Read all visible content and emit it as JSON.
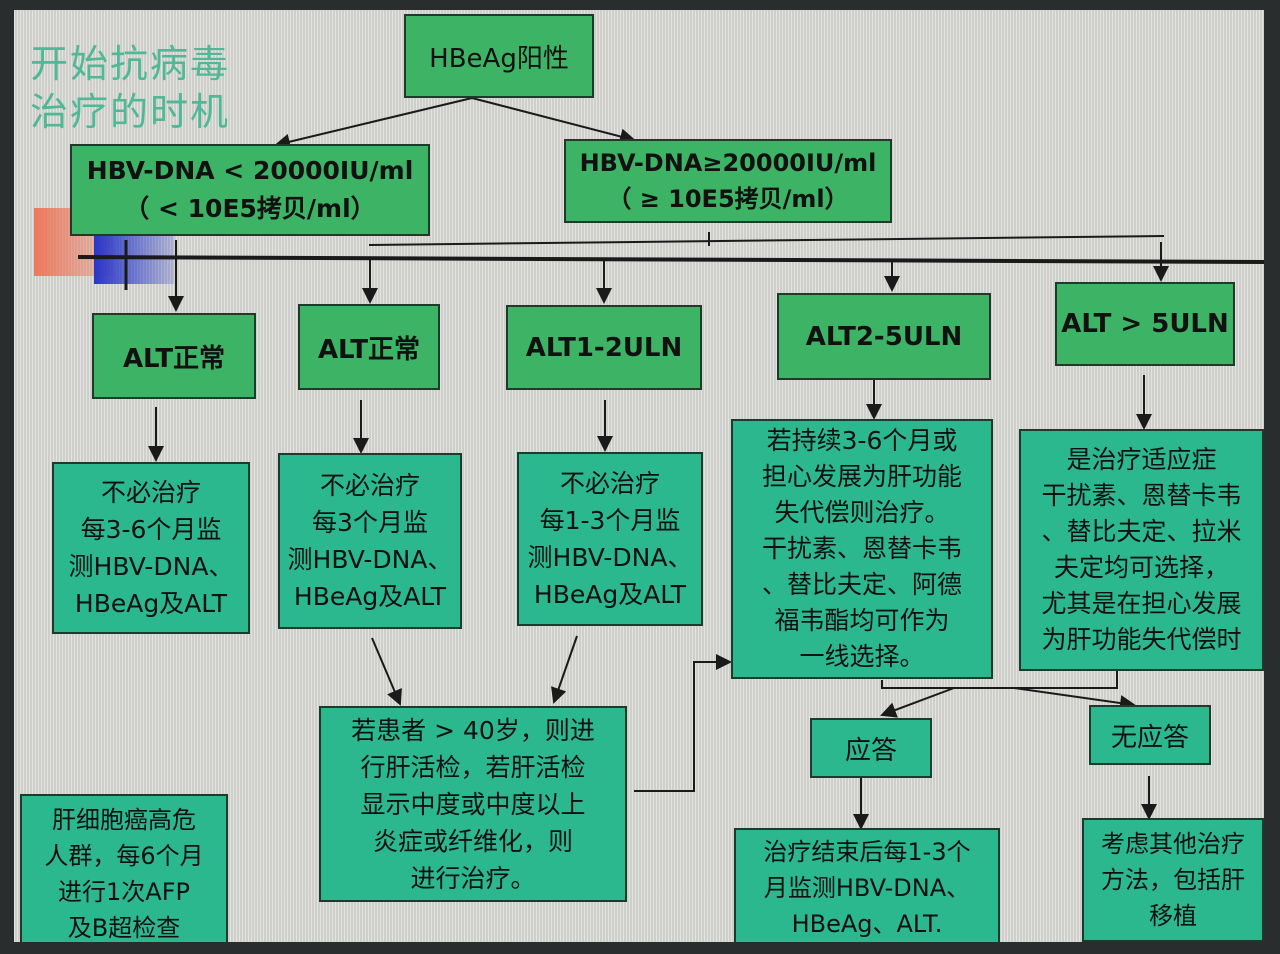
{
  "slide": {
    "title_line1": "开始抗病毒",
    "title_line2": "治疗的时机"
  },
  "nodes": {
    "root": "HBeAg阳性",
    "low_dna": "HBV-DNA < 20000IU/ml\n（ < 10E5拷贝/ml）",
    "high_dna": "HBV-DNA≥20000IU/ml\n（ ≥ 10E5拷贝/ml）",
    "alt_normal_low": "ALT正常",
    "alt_normal_high": "ALT正常",
    "alt_1_2": "ALT1-2ULN",
    "alt_2_5": "ALT2-5ULN",
    "alt_gt5": "ALT > 5ULN",
    "advice_low": "不必治疗\n每3-6个月监\n测HBV-DNA、\nHBeAg及ALT",
    "advice_normal": "不必治疗\n每3个月监\n测HBV-DNA、\nHBeAg及ALT",
    "advice_1_2": "不必治疗\n每1-3个月监\n测HBV-DNA、\nHBeAg及ALT",
    "advice_2_5": "若持续3-6个月或\n担心发展为肝功能\n失代偿则治疗。\n干扰素、恩替卡韦\n、替比夫定、阿德\n福韦酯均可作为\n一线选择。",
    "advice_gt5": "是治疗适应症\n干扰素、恩替卡韦\n、替比夫定、拉米\n夫定均可选择，\n尤其是在担心发展\n为肝功能失代偿时",
    "biopsy": "若患者 > 40岁，则进\n行肝活检，若肝活检\n显示中度或中度以上\n炎症或纤维化，则\n进行治疗。",
    "response": "应答",
    "no_response": "无应答",
    "response_follow": "治疗结束后每1-3个\n月监测HBV-DNA、\nHBeAg、ALT.",
    "no_response_follow": "考虑其他治疗\n方法，包括肝\n移植",
    "hcc_screen": "肝细胞癌高危\n人群，每6个月\n进行1次AFP\n及B超检查"
  },
  "colors": {
    "node_green": "#3db366",
    "node_teal": "#2bb88e",
    "title_teal": "#4fb896",
    "line": "#1a1a1a"
  }
}
